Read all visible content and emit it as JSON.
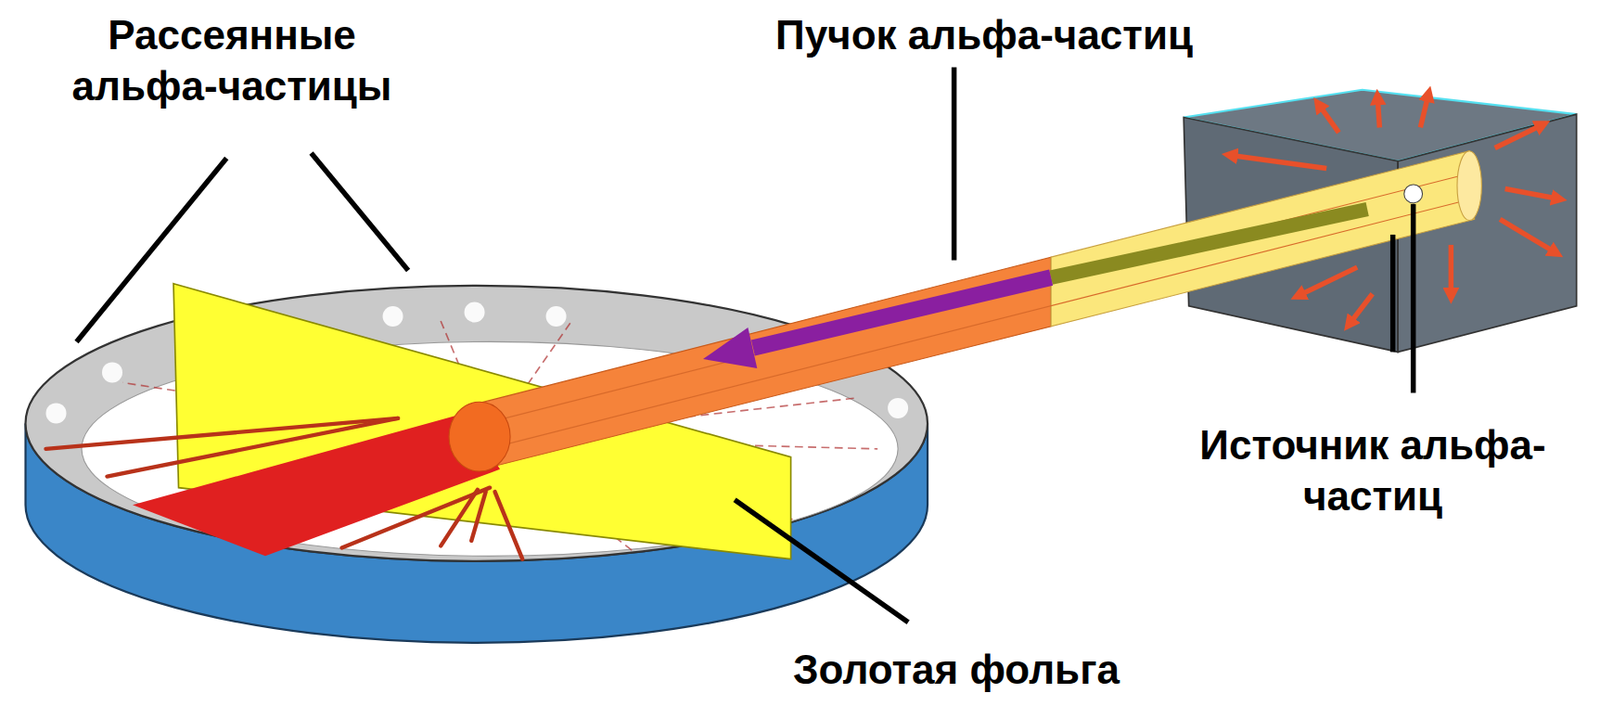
{
  "diagram": {
    "labels": [
      "Рассеянные альфа-частицы",
      "Пучок альфа-частиц",
      "Источник альфа-частиц",
      "Золотая фольга"
    ]
  }
}
